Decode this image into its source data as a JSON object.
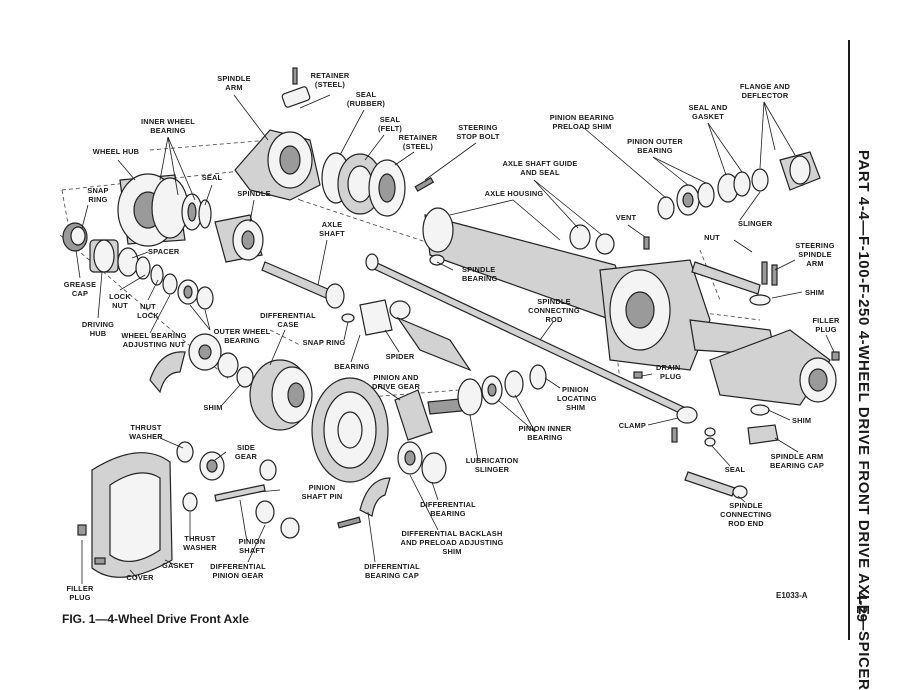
{
  "caption": "FIG. 1—4-Wheel Drive Front Axle",
  "ref_code": "E1033-A",
  "page_number": "4-29",
  "side_title": "PART 4-4—F-100-F-250 4-WHEEL DRIVE FRONT DRIVE AXLE—SPICER",
  "labels": {
    "spindle_arm": [
      "SPINDLE",
      "ARM"
    ],
    "retainer_steel_top": [
      "RETAINER",
      "(STEEL)"
    ],
    "seal_rubber": [
      "SEAL",
      "(RUBBER)"
    ],
    "seal_felt": [
      "SEAL",
      "(FELT)"
    ],
    "retainer_steel_right": [
      "RETAINER",
      "(STEEL)"
    ],
    "steering_stop_bolt": [
      "STEERING",
      "STOP BOLT"
    ],
    "inner_wheel_bearing": [
      "INNER WHEEL",
      "BEARING"
    ],
    "wheel_hub": [
      "WHEEL HUB"
    ],
    "seal_hub": [
      "SEAL"
    ],
    "spindle": [
      "SPINDLE"
    ],
    "snap_ring_left": [
      "SNAP",
      "RING"
    ],
    "spacer": [
      "SPACER"
    ],
    "axle_shaft": [
      "AXLE",
      "SHAFT"
    ],
    "grease_cap": [
      "GREASE",
      "CAP"
    ],
    "lock_nut": [
      "LOCK",
      "NUT"
    ],
    "nut_lock": [
      "NUT",
      "LOCK"
    ],
    "driving_hub": [
      "DRIVING",
      "HUB"
    ],
    "wheel_bearing_adjusting_nut": [
      "WHEEL BEARING",
      "ADJUSTING NUT"
    ],
    "outer_wheel_bearing": [
      "OUTER WHEEL",
      "BEARING"
    ],
    "differential_case": [
      "DIFFERENTIAL",
      "CASE"
    ],
    "snap_ring_mid": [
      "SNAP RING"
    ],
    "bearing_mid": [
      "BEARING"
    ],
    "spider": [
      "SPIDER"
    ],
    "shim_left": [
      "SHIM"
    ],
    "pinion_and_drive_gear": [
      "PINION AND",
      "DRIVE GEAR"
    ],
    "pinion_inner_bearing": [
      "PINION INNER",
      "BEARING"
    ],
    "pinion_locating_shim": [
      "PINION",
      "LOCATING",
      "SHIM"
    ],
    "thrust_washer_top": [
      "THRUST",
      "WASHER"
    ],
    "side_gear": [
      "SIDE",
      "GEAR"
    ],
    "pinion_shaft_pin": [
      "PINION",
      "SHAFT PIN"
    ],
    "lubrication_slinger": [
      "LUBRICATION",
      "SLINGER"
    ],
    "differential_bearing": [
      "DIFFERENTIAL",
      "BEARING"
    ],
    "differential_backlash_shim": [
      "DIFFERENTIAL BACKLASH",
      "AND PRELOAD ADJUSTING",
      "SHIM"
    ],
    "differential_bearing_cap": [
      "DIFFERENTIAL",
      "BEARING CAP"
    ],
    "thrust_washer_bottom": [
      "THRUST",
      "WASHER"
    ],
    "pinion_shaft": [
      "PINION",
      "SHAFT"
    ],
    "gasket": [
      "GASKET"
    ],
    "differential_pinion_gear": [
      "DIFFERENTIAL",
      "PINION GEAR"
    ],
    "cover": [
      "COVER"
    ],
    "filler_plug_left": [
      "FILLER",
      "PLUG"
    ],
    "pinion_bearing_preload_shim": [
      "PINION BEARING",
      "PRELOAD SHIM"
    ],
    "axle_shaft_guide_and_seal": [
      "AXLE SHAFT GUIDE",
      "AND SEAL"
    ],
    "axle_housing": [
      "AXLE HOUSING"
    ],
    "spindle_bearing": [
      "SPINDLE",
      "BEARING"
    ],
    "spindle_connecting_rod": [
      "SPINDLE",
      "CONNECTING",
      "ROD"
    ],
    "pinion_outer_bearing": [
      "PINION OUTER",
      "BEARING"
    ],
    "seal_and_gasket": [
      "SEAL AND",
      "GASKET"
    ],
    "flange_and_deflector": [
      "FLANGE AND",
      "DEFLECTOR"
    ],
    "slinger": [
      "SLINGER"
    ],
    "vent": [
      "VENT"
    ],
    "nut_right": [
      "NUT"
    ],
    "steering_spindle_arm": [
      "STEERING",
      "SPINDLE",
      "ARM"
    ],
    "shim_right_top": [
      "SHIM"
    ],
    "filler_plug_right": [
      "FILLER",
      "PLUG"
    ],
    "drain_plug": [
      "DRAIN",
      "PLUG"
    ],
    "clamp": [
      "CLAMP"
    ],
    "shim_right_bottom": [
      "SHIM"
    ],
    "seal_right": [
      "SEAL"
    ],
    "spindle_arm_bearing_cap": [
      "SPINDLE ARM",
      "BEARING CAP"
    ],
    "spindle_connecting_rod_end": [
      "SPINDLE",
      "CONNECTING",
      "ROD END"
    ]
  }
}
